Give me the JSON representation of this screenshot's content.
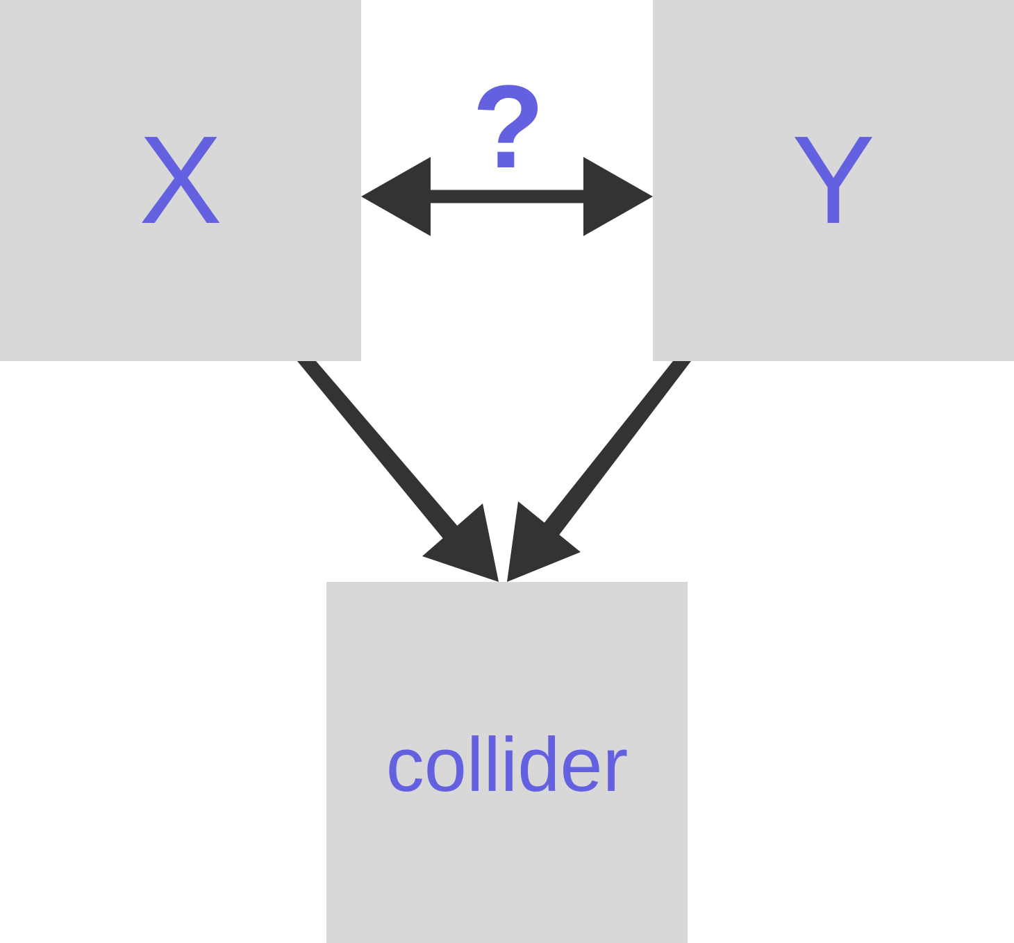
{
  "diagram": {
    "nodes": {
      "x": {
        "label": "X"
      },
      "y": {
        "label": "Y"
      },
      "collider": {
        "label": "collider"
      }
    },
    "edge_label": "?",
    "edges": [
      {
        "from": "x",
        "to": "y",
        "type": "bidirectional",
        "label": "?"
      },
      {
        "from": "x",
        "to": "collider",
        "type": "directed"
      },
      {
        "from": "y",
        "to": "collider",
        "type": "directed"
      }
    ],
    "colors": {
      "node_fill": "#d8d8d8",
      "label_text": "#6461e0",
      "arrow": "#333333",
      "background": "#ffffff"
    }
  }
}
